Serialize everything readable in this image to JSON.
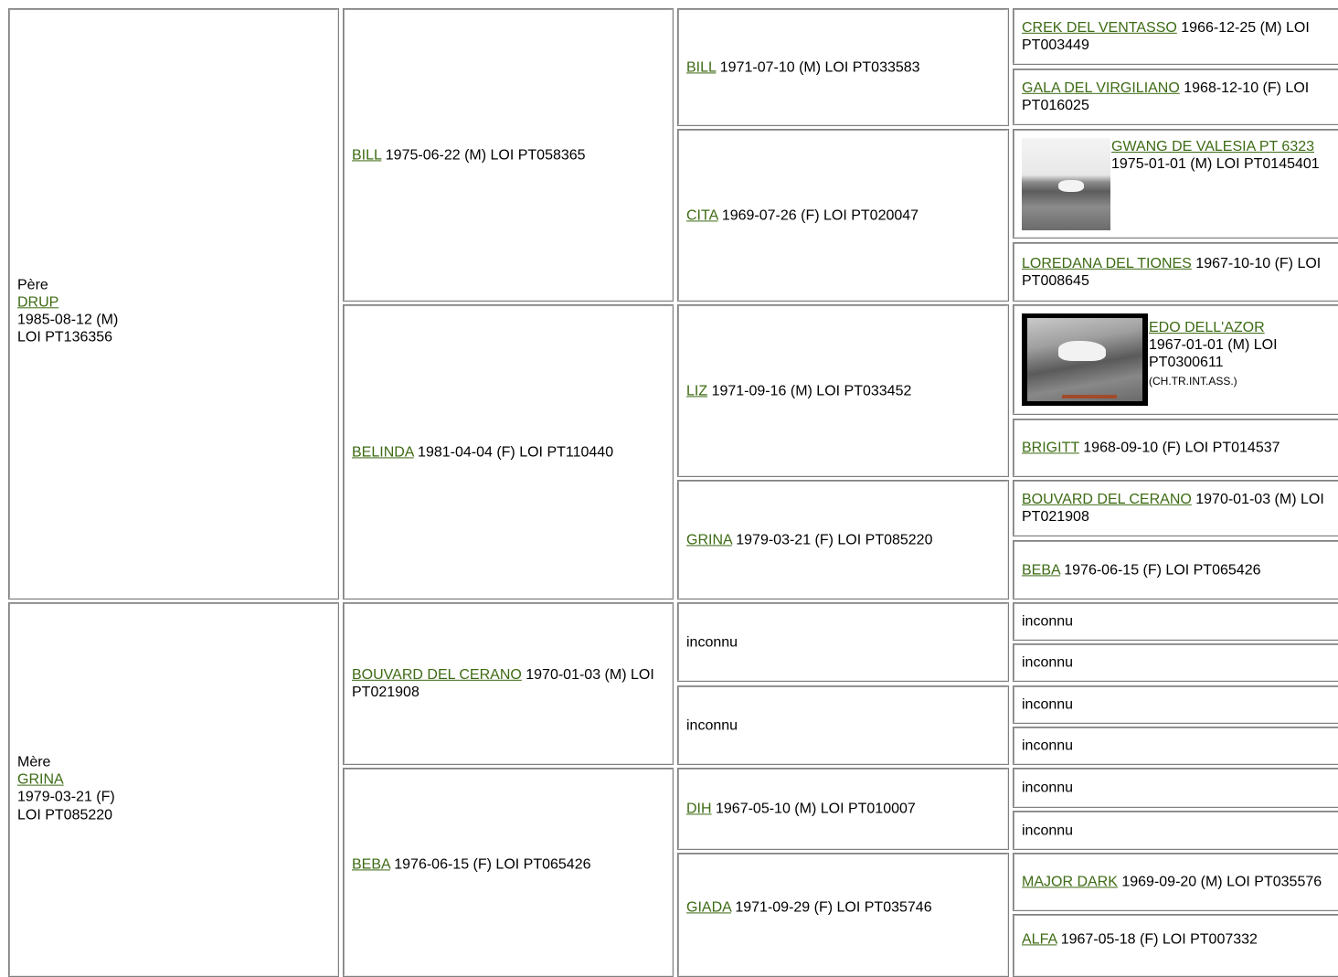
{
  "pere": {
    "label": "Père",
    "name": "DRUP",
    "date": "1985-08-12 (M)",
    "loi": "LOI PT136356"
  },
  "mere": {
    "label": "Mère",
    "name": "GRINA",
    "date": "1979-03-21 (F)",
    "loi": "LOI PT085220"
  },
  "gen2": [
    {
      "name": "BILL",
      "info": " 1975-06-22 (M) LOI PT058365"
    },
    {
      "name": "BELINDA",
      "info": " 1981-04-04 (F) LOI PT110440"
    },
    {
      "name": "BOUVARD DEL CERANO",
      "info": " 1970-01-03 (M) LOI PT021908"
    },
    {
      "name": "BEBA",
      "info": " 1976-06-15 (F) LOI PT065426"
    }
  ],
  "gen3": [
    {
      "name": "BILL",
      "info": " 1971-07-10 (M) LOI PT033583"
    },
    {
      "name": "CITA",
      "info": " 1969-07-26 (F) LOI PT020047"
    },
    {
      "name": "LIZ",
      "info": " 1971-09-16 (M) LOI PT033452"
    },
    {
      "name": "GRINA",
      "info": " 1979-03-21 (F) LOI PT085220"
    },
    {
      "name": "",
      "info": "inconnu"
    },
    {
      "name": "",
      "info": "inconnu"
    },
    {
      "name": "DIH",
      "info": " 1967-05-10 (M) LOI PT010007"
    },
    {
      "name": "GIADA",
      "info": " 1971-09-29 (F) LOI PT035746"
    }
  ],
  "gen4": [
    {
      "name": "CREK DEL VENTASSO",
      "info": " 1966-12-25 (M) LOI PT003449"
    },
    {
      "name": "GALA DEL VIRGILIANO",
      "info": " 1968-12-10 (F) LOI PT016025"
    },
    {
      "name": "GWANG DE VALESIA PT 6323",
      "info": " 1975-01-01 (M) LOI PT0145401",
      "photo": "pointer-dog-photo-field"
    },
    {
      "name": "LOREDANA DEL TIONES",
      "info": " 1967-10-10 (F) LOI PT008645"
    },
    {
      "name": "EDO DELL'AZOR",
      "info": "1967-01-01 (M) LOI PT0300611",
      "title": "(CH.TR.INT.ASS.)",
      "photo": "pointer-dog-photo-grass"
    },
    {
      "name": "BRIGITT",
      "info": " 1968-09-10 (F) LOI PT014537"
    },
    {
      "name": "BOUVARD DEL CERANO",
      "info": " 1970-01-03 (M) LOI PT021908"
    },
    {
      "name": "BEBA",
      "info": " 1976-06-15 (F) LOI PT065426"
    },
    {
      "name": "",
      "info": "inconnu"
    },
    {
      "name": "",
      "info": "inconnu"
    },
    {
      "name": "",
      "info": "inconnu"
    },
    {
      "name": "",
      "info": "inconnu"
    },
    {
      "name": "",
      "info": "inconnu"
    },
    {
      "name": "",
      "info": "inconnu"
    },
    {
      "name": "MAJOR DARK",
      "info": " 1969-09-20 (M) LOI PT035576"
    },
    {
      "name": "ALFA",
      "info": " 1967-05-18 (F) LOI PT007332"
    }
  ]
}
